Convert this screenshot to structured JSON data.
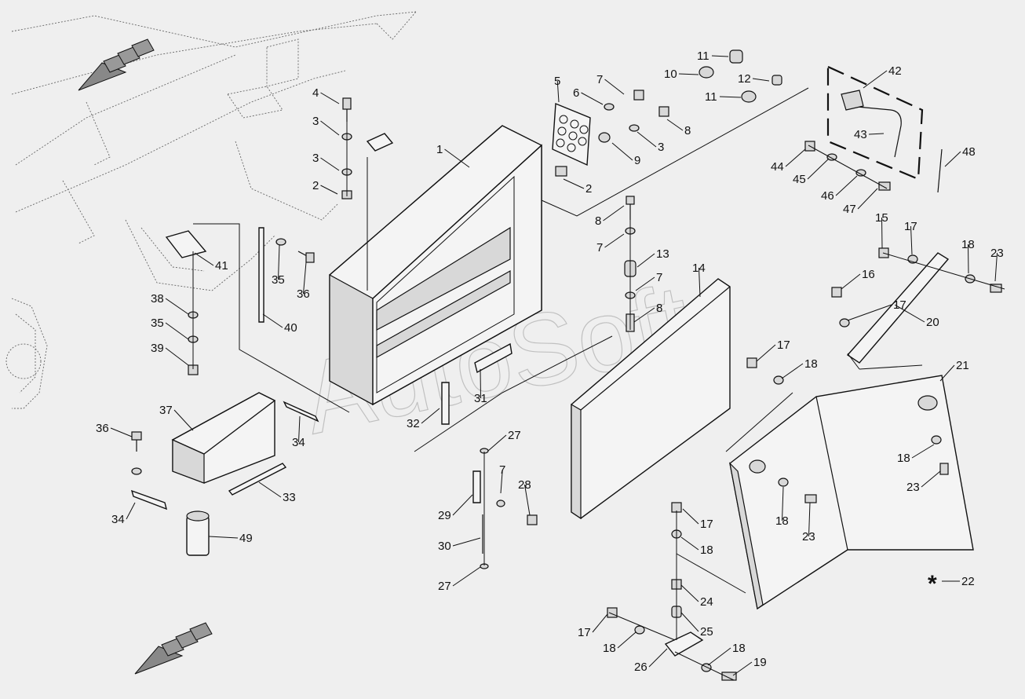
{
  "watermark": "AutoSoft",
  "note_marker": "*",
  "labels": [
    "1",
    "2",
    "2",
    "3",
    "3",
    "3",
    "4",
    "5",
    "6",
    "7",
    "7",
    "7",
    "7",
    "8",
    "8",
    "8",
    "9",
    "10",
    "11",
    "11",
    "12",
    "13",
    "14",
    "15",
    "16",
    "17",
    "17",
    "17",
    "17",
    "17",
    "18",
    "18",
    "18",
    "18",
    "18",
    "18",
    "18",
    "19",
    "20",
    "21",
    "22",
    "23",
    "23",
    "23",
    "24",
    "25",
    "26",
    "27",
    "27",
    "28",
    "29",
    "30",
    "31",
    "32",
    "33",
    "34",
    "34",
    "35",
    "35",
    "36",
    "36",
    "37",
    "38",
    "39",
    "40",
    "41",
    "42",
    "43",
    "44",
    "45",
    "46",
    "47",
    "48",
    "49"
  ]
}
